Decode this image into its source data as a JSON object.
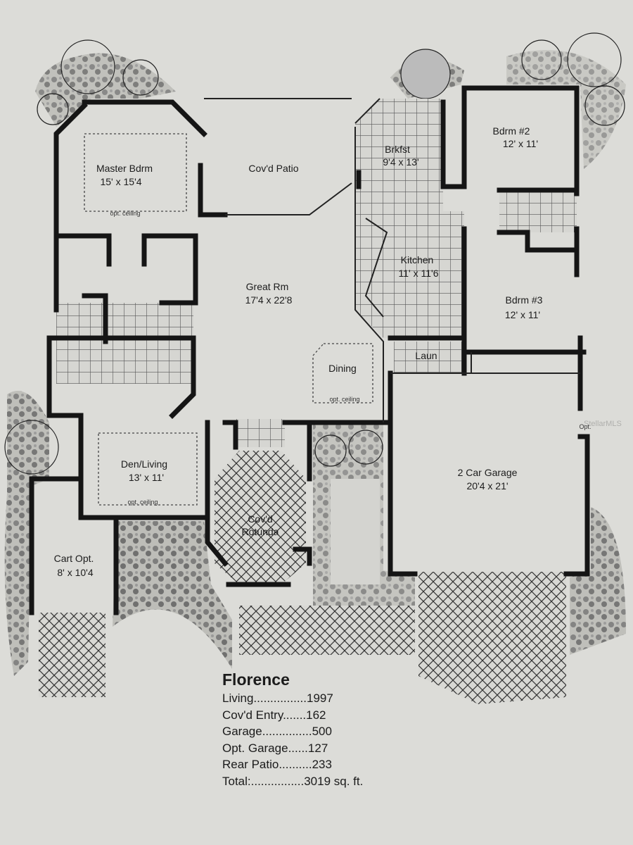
{
  "plan_name": "Florence",
  "rooms": {
    "master_bdrm": {
      "name": "Master Bdrm",
      "dim": "15' x 15'4",
      "note": "opt. ceiling"
    },
    "covd_patio": {
      "name": "Cov'd Patio"
    },
    "brkfst": {
      "name": "Brkfst",
      "dim": "9'4 x 13'"
    },
    "bdrm2": {
      "name": "Bdrm #2",
      "dim": "12' x 11'"
    },
    "kitchen": {
      "name": "Kitchen",
      "dim": "11' x 11'6"
    },
    "great_rm": {
      "name": "Great Rm",
      "dim": "17'4 x 22'8"
    },
    "bdrm3": {
      "name": "Bdrm #3",
      "dim": "12' x 11'"
    },
    "dining": {
      "name": "Dining",
      "note": "opt. ceiling"
    },
    "laun": {
      "name": "Laun"
    },
    "den_living": {
      "name": "Den/Living",
      "dim": "13' x 11'",
      "note": "opt. ceiling"
    },
    "garage": {
      "name": "2 Car Garage",
      "dim": "20'4 x 21'"
    },
    "garage_opt": {
      "name": "Opt."
    },
    "rotunda": {
      "name": "Cov'd",
      "name2": "Rotunda"
    },
    "cart": {
      "name": "Cart Opt.",
      "dim": "8' x 10'4"
    }
  },
  "summary": [
    {
      "label": "Living",
      "dots": "................",
      "value": "1997"
    },
    {
      "label": "Cov'd Entry",
      "dots": ".......",
      "value": "162"
    },
    {
      "label": "Garage",
      "dots": "...............",
      "value": "500"
    },
    {
      "label": "Opt. Garage",
      "dots": "......",
      "value": "127"
    },
    {
      "label": "Rear Patio",
      "dots": "..........",
      "value": "233"
    },
    {
      "label": "Total:",
      "dots": "................",
      "value": "3019 sq. ft."
    }
  ],
  "watermark": "StellarMLS"
}
